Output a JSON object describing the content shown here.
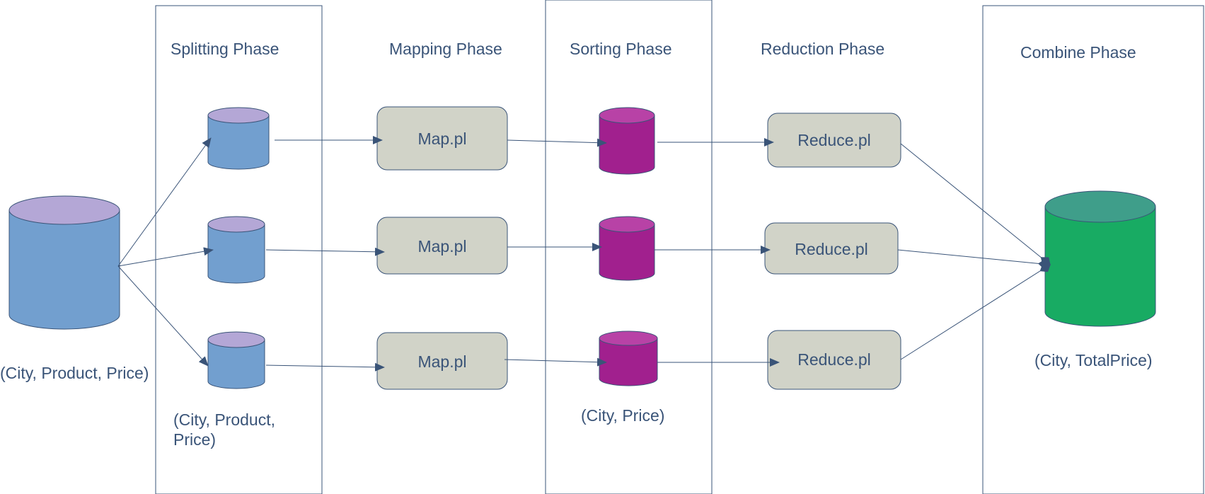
{
  "phases": {
    "splitting": "Splitting Phase",
    "mapping": "Mapping Phase",
    "sorting": "Sorting Phase",
    "reduction": "Reduction Phase",
    "combine": "Combine Phase"
  },
  "labels": {
    "input": "(City, Product, Price)",
    "split_output": "(City, Product, Price)",
    "sort_output": "(City, Price)",
    "combine_output": "(City, TotalPrice)"
  },
  "map_boxes": [
    "Map.pl",
    "Map.pl",
    "Map.pl"
  ],
  "reduce_boxes": [
    "Reduce.pl",
    "Reduce.pl",
    "Reduce.pl"
  ],
  "colors": {
    "stroke": "#3a5478",
    "text": "#3a5478",
    "blue_cylinder": "#729fcf",
    "lavender_top": "#b4a7d6",
    "purple_cylinder": "#a1208e",
    "green_cylinder": "#18ab63",
    "teal_top": "#3f9e8a",
    "box_fill": "#d1d3c8"
  }
}
